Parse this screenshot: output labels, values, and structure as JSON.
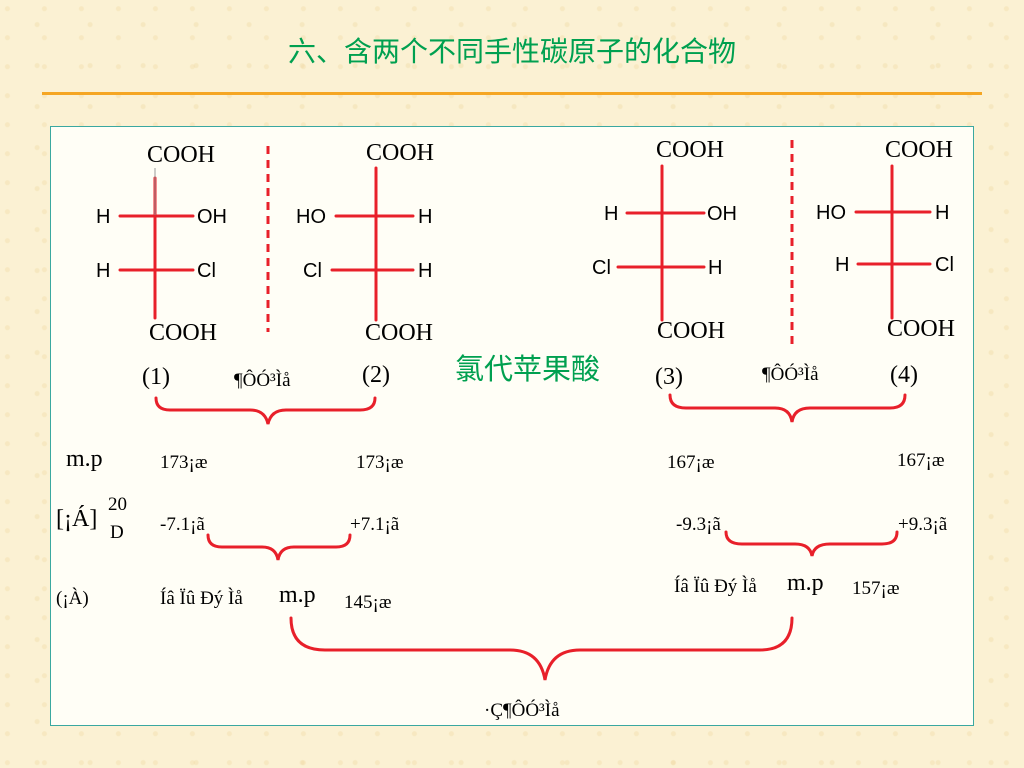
{
  "title": "六、含两个不同手性碳原子的化合物",
  "cooh": "COOH",
  "H": "H",
  "OH": "OH",
  "HO": "HO",
  "Cl": "Cl",
  "labels": {
    "n1": "(1)",
    "n2": "(2)",
    "n3": "(3)",
    "n4": "(4)"
  },
  "enantiomer": "¶ÔÓ³Ìå",
  "compound_name": "氯代苹果酸",
  "mp_label": "m.p",
  "mp": {
    "c1": "173¡æ",
    "c2": "173¡æ",
    "c3": "167¡æ",
    "c4": "167¡æ"
  },
  "rotation_label": "[¡Á]",
  "rotation_sup": "20",
  "rotation_sub": "D",
  "rotation": {
    "c1": "-7.1¡ã",
    "c2": "+7.1¡ã",
    "c3": "-9.3¡ã",
    "c4": "+9.3¡ã"
  },
  "racemic_row_label": "(¡À)",
  "racemic": "Íâ Ïû Ðý Ìå",
  "racemic_mp": {
    "left": "145¡æ",
    "right": "157¡æ"
  },
  "diastereomer": "·Ç¶ÔÓ³Ìå",
  "colors": {
    "title": "#00a050",
    "rule": "#f5a623",
    "lines": "#e8202a",
    "panel_border": "#3aa8a0"
  }
}
